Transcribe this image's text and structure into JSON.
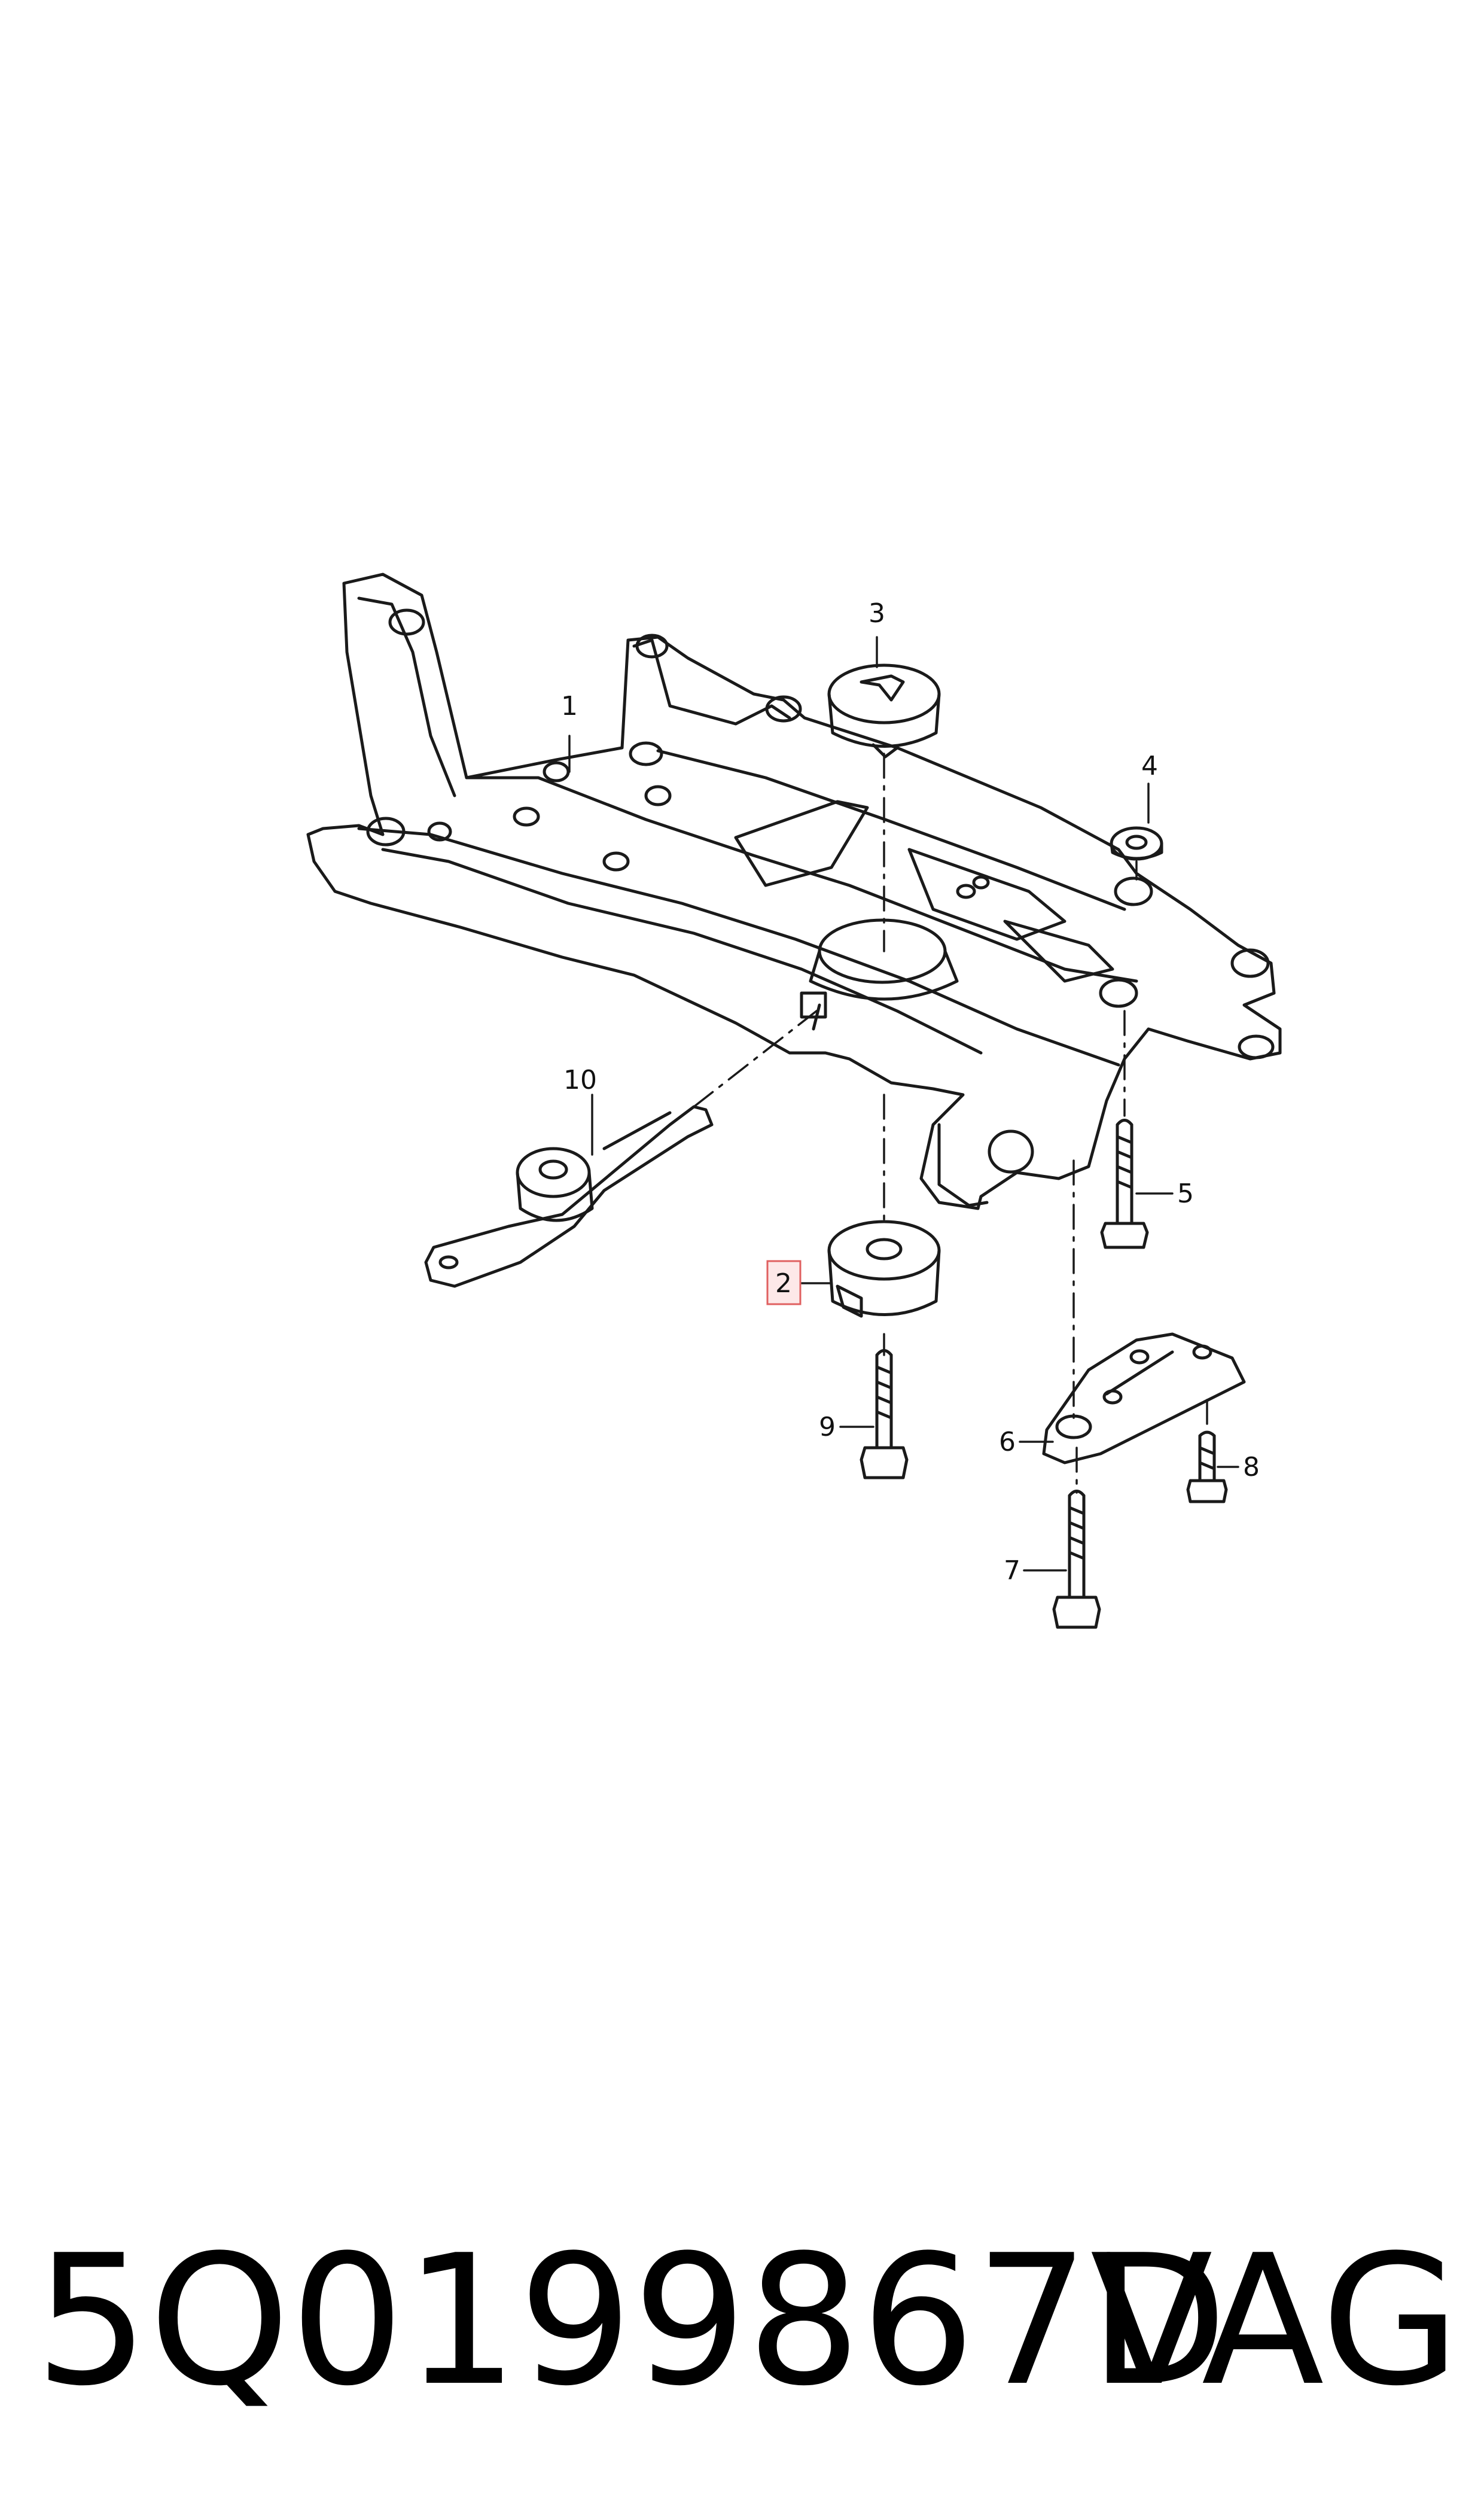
{
  "diagram": {
    "callouts": [
      {
        "id": "1",
        "label": "1",
        "highlighted": false
      },
      {
        "id": "2",
        "label": "2",
        "highlighted": true
      },
      {
        "id": "3",
        "label": "3",
        "highlighted": false
      },
      {
        "id": "4",
        "label": "4",
        "highlighted": false
      },
      {
        "id": "5",
        "label": "5",
        "highlighted": false
      },
      {
        "id": "6",
        "label": "6",
        "highlighted": false
      },
      {
        "id": "7",
        "label": "7",
        "highlighted": false
      },
      {
        "id": "8",
        "label": "8",
        "highlighted": false
      },
      {
        "id": "9",
        "label": "9",
        "highlighted": false
      },
      {
        "id": "10",
        "label": "10",
        "highlighted": false
      }
    ],
    "highlight_color": "#e06060",
    "highlight_fill": "#fde8e8",
    "line_color": "#1a1a1a"
  },
  "footer": {
    "part_number": "5Q0199867D",
    "brand": "VAG"
  }
}
